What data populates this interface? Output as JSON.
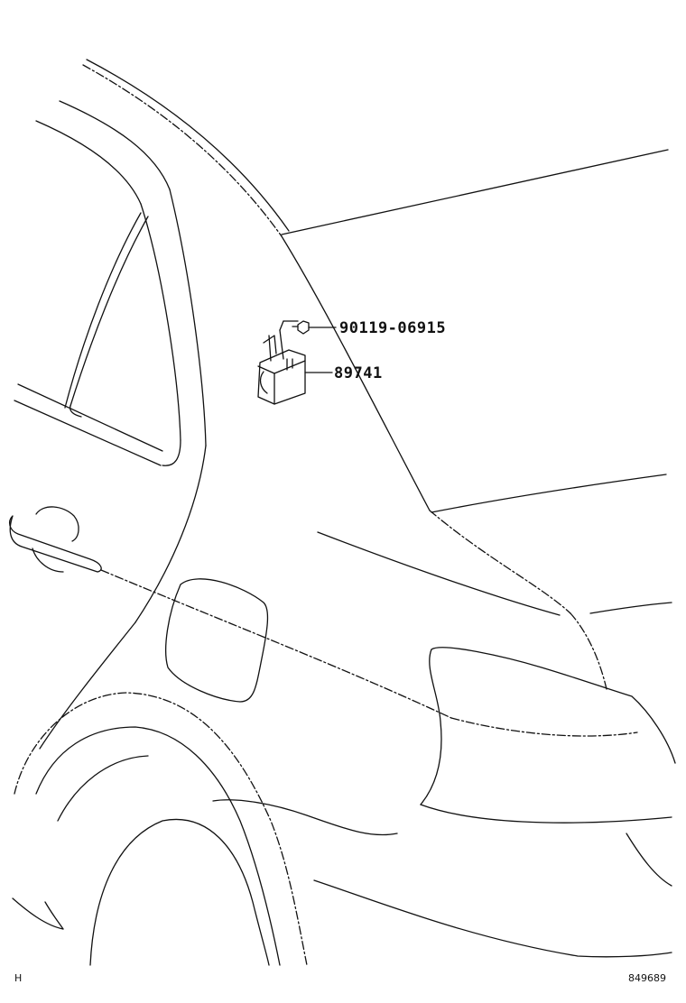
{
  "callouts": {
    "bolt": "90119-06915",
    "module": "89741"
  },
  "footer": {
    "left_mark": "H",
    "drawing_number": "849689"
  }
}
